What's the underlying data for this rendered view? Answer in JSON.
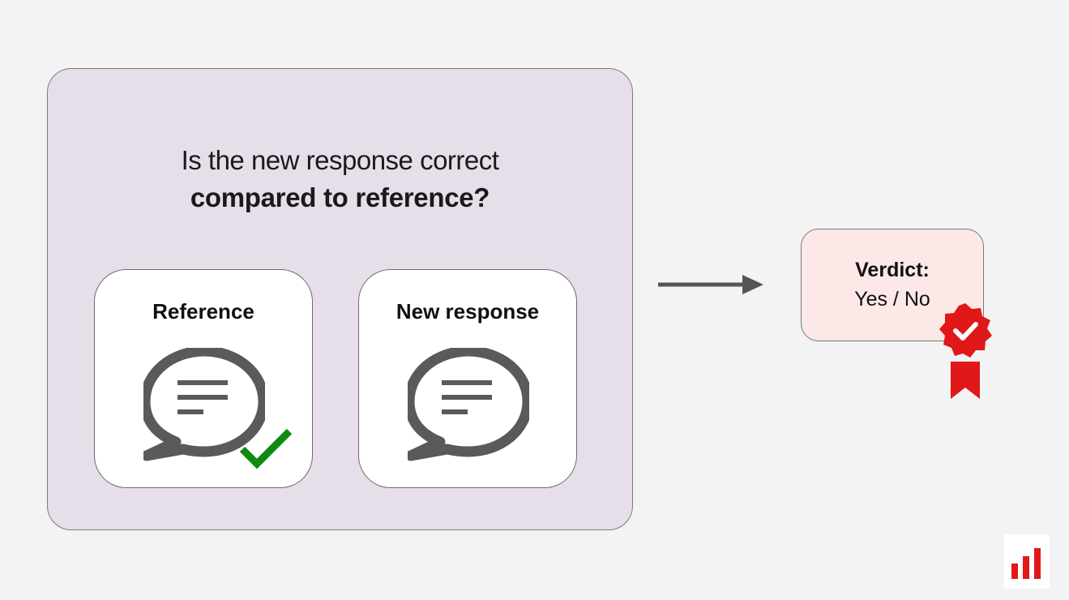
{
  "question": {
    "line1": "Is the new response correct",
    "line2": "compared to reference?"
  },
  "cards": [
    {
      "title": "Reference",
      "icon": "speech-bubble-icon",
      "marked": true
    },
    {
      "title": "New response",
      "icon": "speech-bubble-icon",
      "marked": false
    }
  ],
  "verdict": {
    "title": "Verdict:",
    "value": "Yes / No",
    "badge_icon": "award-ribbon-icon"
  },
  "colors": {
    "panel_bg": "#e6dfea",
    "icon_gray": "#5a5a5a",
    "check_green": "#0f8a0f",
    "badge_red": "#e01818",
    "verdict_bg": "#fde8e8",
    "logo_red": "#e01818"
  }
}
